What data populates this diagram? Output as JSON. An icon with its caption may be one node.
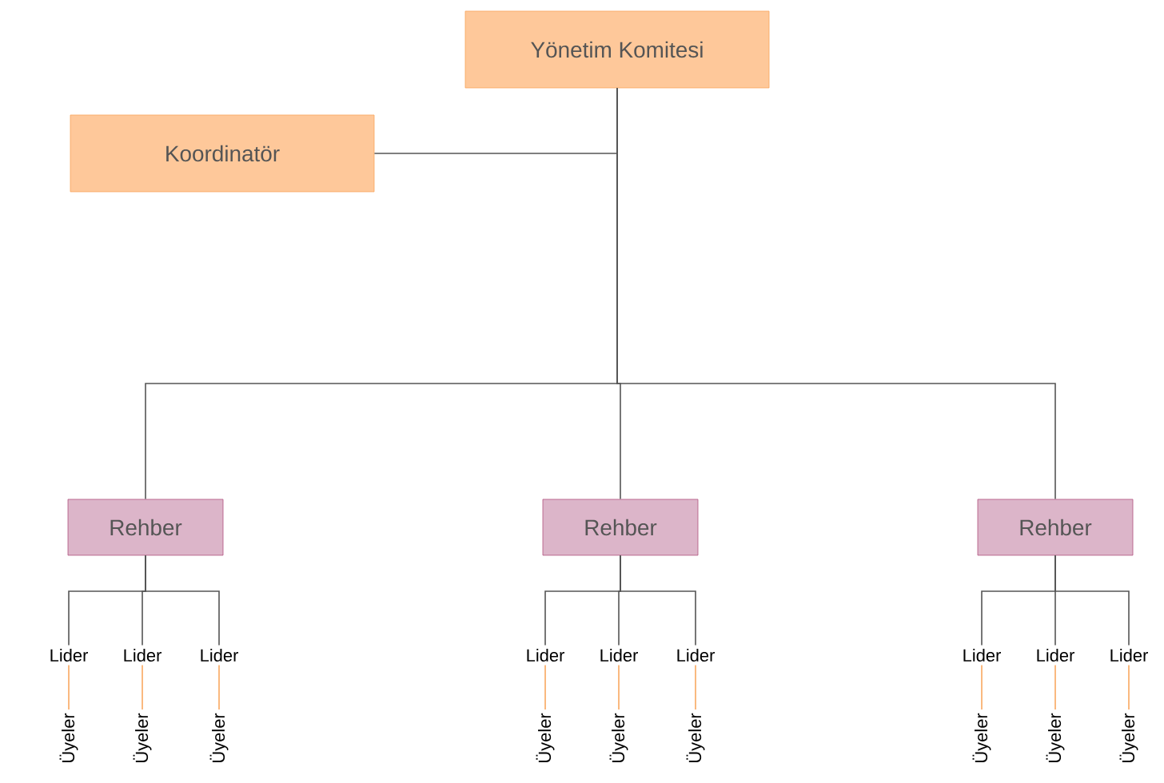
{
  "diagram": {
    "nodes": [
      {
        "text": [
          "Yönetim Komitesi"
        ]
      },
      {
        "text": [
          "Koordinatör"
        ]
      },
      {
        "text": [
          "Rehber"
        ]
      },
      {
        "text": [
          "Lider"
        ]
      },
      {
        "text": [
          "Lider"
        ]
      },
      {
        "text": [
          "Lider"
        ]
      },
      {
        "text": [
          "Üyeler"
        ]
      },
      {
        "text": [
          "Üyeler"
        ]
      },
      {
        "text": [
          "Üyeler"
        ]
      },
      {
        "text": [
          "Rehber"
        ]
      },
      {
        "text": [
          "Lider"
        ]
      },
      {
        "text": [
          "Lider"
        ]
      },
      {
        "text": [
          "Lider"
        ]
      },
      {
        "text": [
          "Üyeler"
        ]
      },
      {
        "text": [
          "Üyeler"
        ]
      },
      {
        "text": [
          "Üyeler"
        ]
      },
      {
        "text": [
          "Rehber"
        ]
      },
      {
        "text": [
          "Lider"
        ]
      },
      {
        "text": [
          "Lider"
        ]
      },
      {
        "text": [
          "Lider"
        ]
      },
      {
        "text": [
          "Üyeler"
        ]
      },
      {
        "text": [
          "Üyeler"
        ]
      },
      {
        "text": [
          "Üyeler"
        ]
      }
    ],
    "edges": [
      {
        "from": 0,
        "to": 1,
        "arrow": "none"
      },
      {
        "from": 0,
        "to": 2,
        "arrow": "none"
      },
      {
        "from": 0,
        "to": 9,
        "arrow": "none"
      },
      {
        "from": 0,
        "to": 16,
        "arrow": "none"
      },
      {
        "from": 2,
        "to": 3,
        "arrow": "none"
      },
      {
        "from": 2,
        "to": 4,
        "arrow": "none"
      },
      {
        "from": 2,
        "to": 5,
        "arrow": "none"
      },
      {
        "from": 3,
        "to": 6,
        "arrow": "none",
        "color": "#f9a860"
      },
      {
        "from": 4,
        "to": 7,
        "arrow": "none",
        "color": "#f9a860"
      },
      {
        "from": 5,
        "to": 8,
        "arrow": "none",
        "color": "#f9a860"
      },
      {
        "from": 9,
        "to": 10,
        "arrow": "none"
      },
      {
        "from": 9,
        "to": 11,
        "arrow": "none"
      },
      {
        "from": 9,
        "to": 12,
        "arrow": "none"
      },
      {
        "from": 10,
        "to": 13,
        "arrow": "none",
        "color": "#f9a860"
      },
      {
        "from": 11,
        "to": 14,
        "arrow": "none",
        "color": "#f9a860"
      },
      {
        "from": 12,
        "to": 15,
        "arrow": "none",
        "color": "#f9a860"
      },
      {
        "from": 16,
        "to": 17,
        "arrow": "none"
      },
      {
        "from": 16,
        "to": 18,
        "arrow": "none"
      },
      {
        "from": 16,
        "to": 19,
        "arrow": "none"
      },
      {
        "from": 17,
        "to": 20,
        "arrow": "none",
        "color": "#f9a860"
      },
      {
        "from": 18,
        "to": 21,
        "arrow": "none",
        "color": "#f9a860"
      },
      {
        "from": 19,
        "to": 22,
        "arrow": "none",
        "color": "#f9a860"
      }
    ]
  }
}
